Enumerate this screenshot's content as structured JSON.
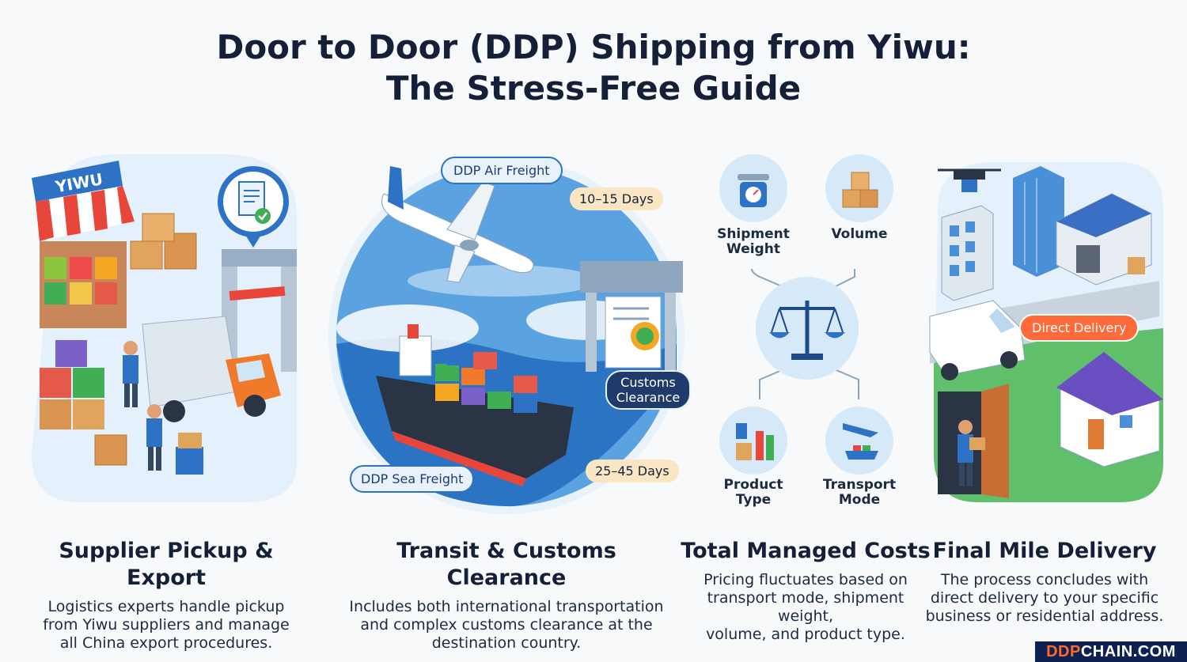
{
  "title": {
    "line1": "Door to Door (DDP) Shipping from Yiwu:",
    "line2": "The Stress-Free Guide"
  },
  "panel1": {
    "sign": "YIWU",
    "heading": "Supplier Pickup & Export",
    "body": [
      "Logistics experts handle pickup",
      "from Yiwu suppliers and manage",
      "all China export procedures."
    ]
  },
  "panel2": {
    "air_label": "DDP Air Freight",
    "air_days": "10–15 Days",
    "sea_label": "DDP Sea Freight",
    "sea_days": "25–45 Days",
    "customs_line1": "Customs",
    "customs_line2": "Clearance",
    "heading": "Transit & Customs Clearance",
    "body": [
      "Includes both international transportation",
      "and complex customs clearance at the",
      "destination country."
    ]
  },
  "panel3": {
    "factors": {
      "weight": [
        "Shipment",
        "Weight"
      ],
      "volume": [
        "Volume"
      ],
      "product": [
        "Product",
        "Type"
      ],
      "transport": [
        "Transport",
        "Mode"
      ]
    },
    "heading": "Total Managed Costs",
    "body": [
      "Pricing fluctuates based on",
      "transport mode, shipment weight,",
      "volume, and product type."
    ]
  },
  "panel4": {
    "delivery_label": "Direct Delivery",
    "heading": "Final Mile Delivery",
    "body": [
      "The process concludes with",
      "direct delivery to your specific",
      "business or residential address."
    ]
  },
  "brand": {
    "part1": "DDP",
    "part2": "CHAIN.COM"
  },
  "colors": {
    "navy": "#152038",
    "sky": "#3f8fd8",
    "orange": "#f07a2a",
    "green": "#3fae54",
    "pill_bg": "#fbe6c4"
  }
}
